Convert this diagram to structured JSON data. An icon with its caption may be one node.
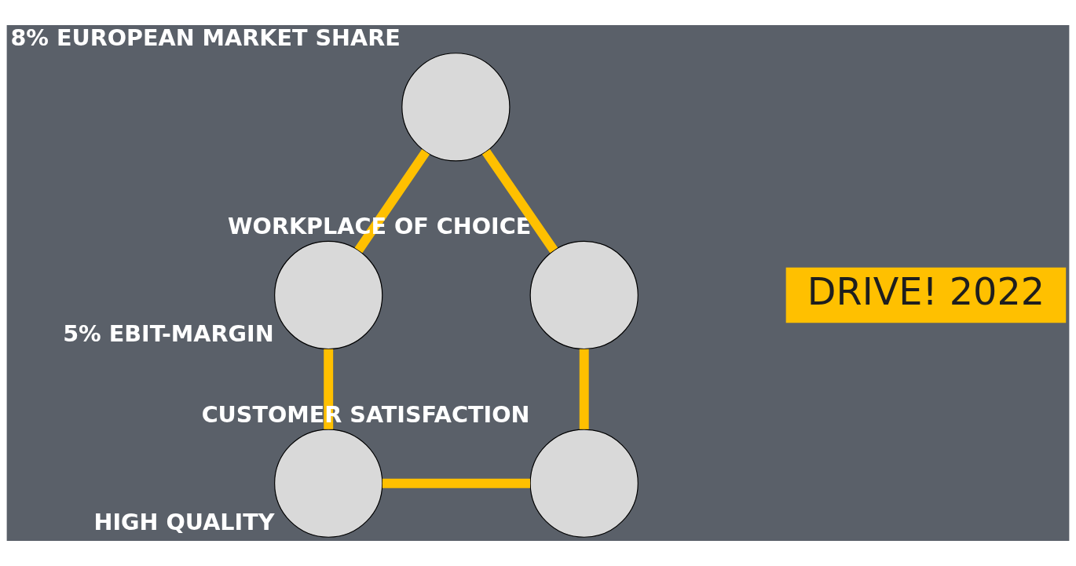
{
  "diagram": {
    "nodes": [
      {
        "text": [],
        "shape": "circle",
        "beside": [
          "8% EUROPEAN MARKET SHARE"
        ]
      },
      {
        "text": [],
        "shape": "circle",
        "beside": [
          "WORKPLACE OF CHOICE"
        ]
      },
      {
        "text": [
          "DRIVE! 2022"
        ]
      },
      {
        "text": [],
        "shape": "circle",
        "beside": [
          "5% EBIT-MARGIN"
        ]
      },
      {
        "text": [],
        "shape": "circle",
        "beside": [
          "CUSTOMER SATISFACTION"
        ]
      },
      {
        "text": [],
        "shape": "circle",
        "beside": [
          "HIGH QUALITY"
        ]
      }
    ],
    "edges": [
      {
        "from": 0,
        "to": 3,
        "arrow": "none"
      },
      {
        "from": 3,
        "to": 5,
        "arrow": "none"
      },
      {
        "from": 5,
        "to": 4,
        "arrow": "none"
      },
      {
        "from": 4,
        "to": 1,
        "arrow": "none"
      },
      {
        "from": 1,
        "to": 0,
        "arrow": "none"
      }
    ]
  }
}
